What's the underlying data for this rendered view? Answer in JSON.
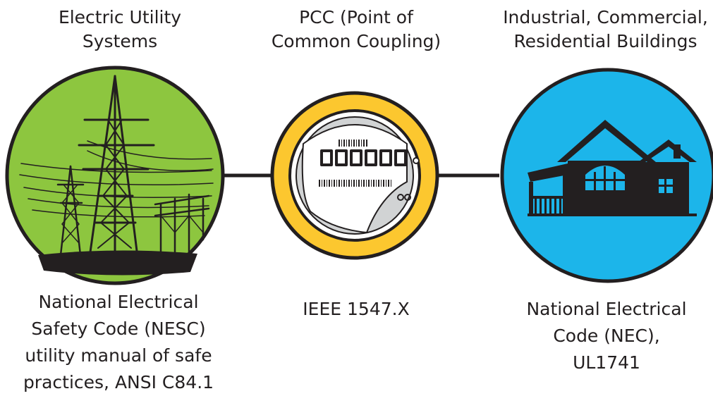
{
  "colors": {
    "utility_fill": "#8dc63f",
    "pcc_ring": "#fcc72f",
    "meter_body": "#d1d3d4",
    "buildings_fill": "#1cb5ea",
    "outline": "#231f20"
  },
  "nodes": [
    {
      "id": "utility",
      "title_lines": [
        "Electric Utility",
        "Systems"
      ],
      "caption_lines": [
        "National Electrical",
        "Safety Code (NESC)",
        "utility manual of safe",
        "practices, ANSI C84.1"
      ],
      "icon": "transmission-tower-icon"
    },
    {
      "id": "pcc",
      "title_lines": [
        "PCC (Point of",
        "Common Coupling)"
      ],
      "caption_lines": [
        "IEEE 1547.X"
      ],
      "icon": "electric-meter-icon"
    },
    {
      "id": "buildings",
      "title_lines": [
        "Industrial, Commercial,",
        "Residential Buildings"
      ],
      "caption_lines": [
        "National Electrical",
        "Code (NEC),",
        "UL1741"
      ],
      "icon": "house-icon"
    }
  ]
}
